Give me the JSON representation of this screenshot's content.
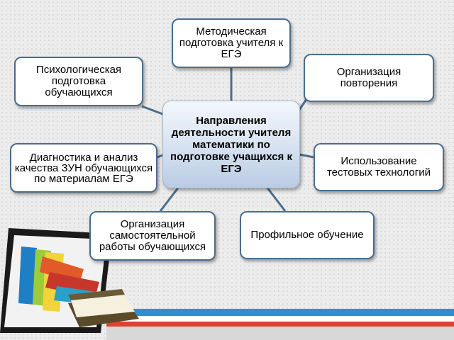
{
  "center": {
    "text": "Направления деятельности учителя математики по подготовке учащихся к ЕГЭ"
  },
  "nodes": {
    "methodical": "Методическая подготовка учителя к ЕГЭ",
    "psychological": "Психологическая подготовка обучающихся",
    "repetition": "Организация повторения",
    "diagnostics": "Диагностика и анализ качества ЗУН обучающихся по материалам ЕГЭ",
    "tests": "Использование тестовых технологий",
    "independent_work": "Организация самостоятельной работы обучающихся",
    "profile": "Профильное обучение"
  },
  "colors": {
    "node_border": "#4a6d8c",
    "connector": "#4a6d8c",
    "center_top": "#f4f7fc",
    "center_bottom": "#b9cbe3",
    "stripe_blue": "#2e8fd6",
    "stripe_red": "#e04030"
  },
  "decoration": {
    "icon": "tablet-with-books-icon"
  }
}
